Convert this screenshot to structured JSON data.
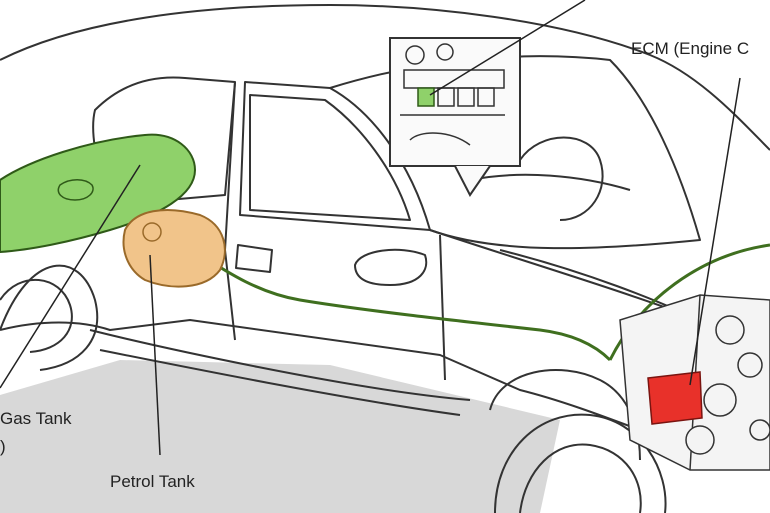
{
  "labels": {
    "ecm": "ECM (Engine C",
    "gas_tank_line1": "Gas Tank",
    "gas_tank_line2": ")",
    "petrol_tank": "Petrol Tank"
  },
  "colors": {
    "outline": "#333333",
    "gas_tank_fill": "#8fd16a",
    "petrol_tank_fill": "#f1c48a",
    "ecm_fill": "#e8312a",
    "pipe": "#3f6f1f",
    "shadow": "#d8d8d8",
    "switch_fill": "#8fd16a"
  }
}
